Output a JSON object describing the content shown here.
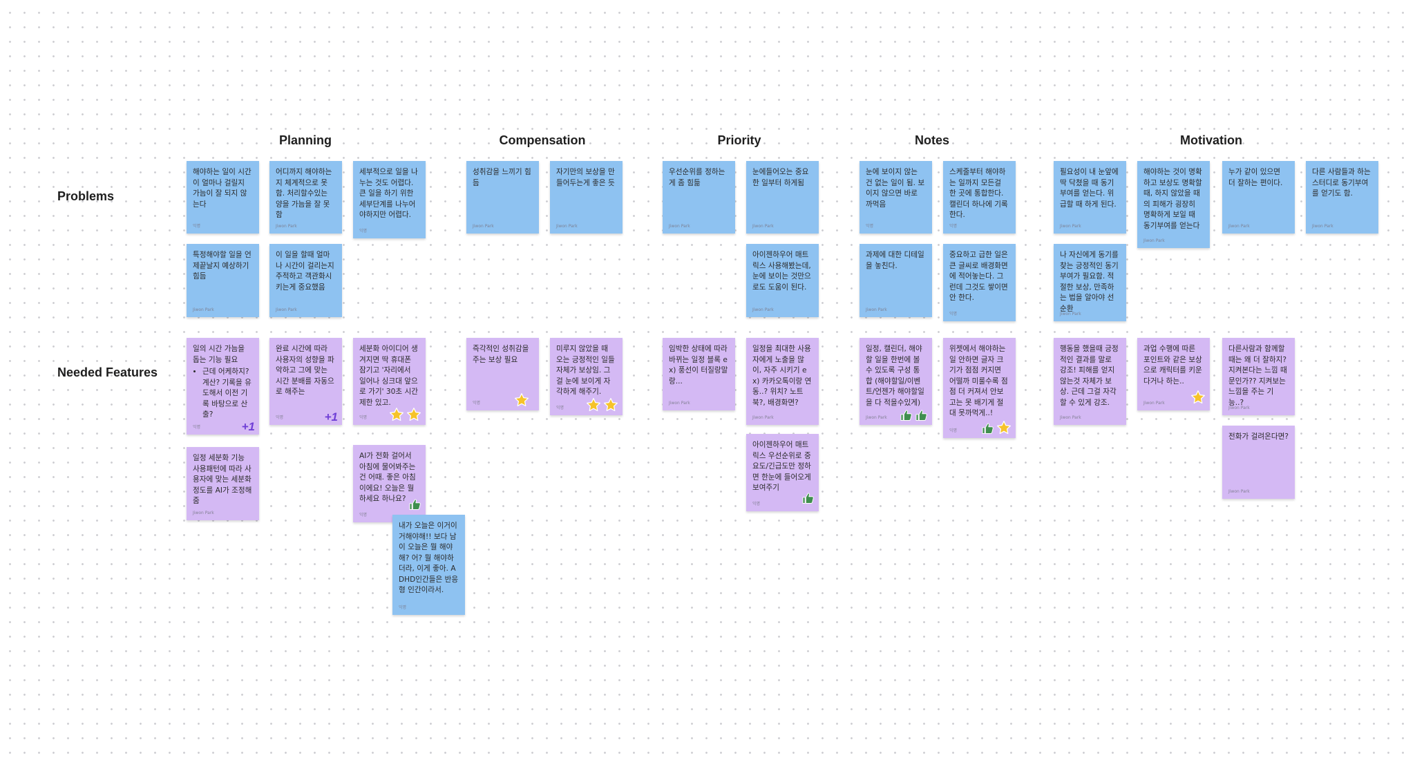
{
  "columns": [
    {
      "title": "Planning"
    },
    {
      "title": "Compensation"
    },
    {
      "title": "Priority"
    },
    {
      "title": "Notes"
    },
    {
      "title": "Motivation"
    }
  ],
  "rows": {
    "problems": "Problems",
    "features": "Needed Features"
  },
  "notes": {
    "p1": {
      "text": "해야하는 일이 시간이 얼마나 걸릴지 가늠이 잘 되지 않는다",
      "author": "익명"
    },
    "p2": {
      "text": "어디까지 해야하는지 체계적으로 못함. 처리할수있는 양을 가늠을 잘 못함",
      "author": "Jiwon Park"
    },
    "p3": {
      "text": "세부적으로 일을 나누는 것도 어렵다. 큰 일을 하기 위한 세부단계를 나누어야하지만 어렵다.",
      "author": "익명"
    },
    "p4": {
      "text": "특정해야할 일을 언제끝날지 예상하기 힘듬",
      "author": "Jiwon Park"
    },
    "p5": {
      "text": "이 일을 할때 얼마나 시간이 걸리는지 주적하고 객관화시키는게 중요했음",
      "author": "Jiwon Park"
    },
    "p6": {
      "text": "성취감을 느끼기 힘듬",
      "author": "Jiwon Park"
    },
    "p7": {
      "text": "자기만의 보상을 만들어두는게 좋은 듯",
      "author": "Jiwon Park"
    },
    "p8": {
      "text": "우선순위를 정하는 게 좀 힘듦",
      "author": "Jiwon Park"
    },
    "p9": {
      "text": "눈에들어오는 중요한 일부터 하게됨",
      "author": "Jiwon Park"
    },
    "p10": {
      "text": "아이젠하우어 매트릭스 사용해봤는데, 눈에 보이는 것만으로도 도움이 된다.",
      "author": "Jiwon Park"
    },
    "p11": {
      "text": "눈에 보이지 않는 건 없는 일이 됨. 보이지 않으면 바로 까먹음",
      "author": "익명"
    },
    "p12": {
      "text": "스케줄부터 해야하는 일까지 모든걸 한 곳에 통합한다. 캘린더 하나에 기록한다.",
      "author": "익명"
    },
    "p13": {
      "text": "과제에 대한 디테일을 놓친다.",
      "author": "Jiwon Park"
    },
    "p14": {
      "text": "중요하고 급한 일은 큰 글씨로 배경화면에 적어놓는다. 그런데 그것도 쌓이면 안 한다.",
      "author": "익명"
    },
    "p15": {
      "text": "필요성이 내 눈앞에 딱 닥쳤을 때 동기부여를 얻는다. 위급할 때 하게 된다.",
      "author": "Jiwon Park"
    },
    "p16": {
      "text": "해야하는 것이 명확하고 보상도 명확할 때, 하지 않았을 때의 피해가 굉장히 명확하게 보일 때 동기부여를 얻는다",
      "author": "Jiwon Park"
    },
    "p17": {
      "text": "누가 같이 있으면 더 잘하는 편이다.",
      "author": "Jiwon Park"
    },
    "p18": {
      "text": "다른 사람들과 하는 스터디로 동기부여를 얻기도 함.",
      "author": "Jiwon Park"
    },
    "p19": {
      "text": "나 자신에게 동기를 찾는 긍정적인 동기부여가 필요함. 적절한 보상, 만족하는 법을 알아야 선순환",
      "author": "Jiwon Park"
    },
    "f1": {
      "text": "일의 시간 가늠을 돕는 기능 필요",
      "bullet": "근데 어케하지? 계산? 기록을 유도해서 이전 기록 바탕으로 산출?",
      "author": "익명",
      "react": "+1"
    },
    "f2": {
      "text": "완료 시간에 따라 사용자의 성향을 파악하고 그에 맞는 시간 분배를 자동으로 해주는",
      "author": "익명",
      "react": "+1"
    },
    "f3": {
      "text": "세분화 아이디어 생겨지면 딱 휴대폰 잠기고 '자리에서 일어나 싱크대 앞으로 가기' 30초 시간제한 있고.",
      "author": "익명"
    },
    "f4": {
      "text": "일정 세분화 기능 사용패턴에 따라 사용자에 맞는 세분화 정도를 AI가 조정해줌",
      "author": "Jiwon Park"
    },
    "f5": {
      "text": "AI가 전화 걸어서 아침에 물어봐주는건 어때. 좋은 아침이에요! 오늘은 뭘 하세요 하나요?",
      "author": "익명"
    },
    "f6": {
      "text": "내가 오늘은 이거이거해야해!! 보다 남이 오늘은 뭘 해야해? 어? 뭘 해야하더라, 이게 좋아. ADHD인간들은 반응형 인간이라서.",
      "author": "익명"
    },
    "f7": {
      "text": "즉각적인 성취감을 주는 보상 필요",
      "author": "익명"
    },
    "f8": {
      "text": "미루지 않았을 때 오는 긍정적인 일들 자체가 보상임. 그걸 눈에 보이게 자각하게 해주기.",
      "author": "익명"
    },
    "f9": {
      "text": "임박한 상태에 따라 바뀌는 일정 블록 ex) 풍선이 터질랑말랑...",
      "author": "Jiwon Park"
    },
    "f10": {
      "text": "일정을 최대한 사용자에게 노출을 많이, 자주 시키기 ex) 카카오톡이랑 연동..? 위치? 노트북?, 배경화면?",
      "author": "Jiwon Park"
    },
    "f11": {
      "text": "아이젠하우어 매트릭스 우선순위로 중요도/긴급도만 정하면 한눈에 들어오게 보여주기",
      "author": "익명"
    },
    "f12": {
      "text": "일정, 캘린더, 해야할 일을 한번에 볼 수 있도록 구성 통합 (해야할일/이벤트/언젠가 해야할일을 다 적을수있게)",
      "author": "Jiwon Park"
    },
    "f13": {
      "text": "위젯에서 해야하는 일 안하면 글자 크기가 점점 커지면 어떨까 미룰수록 점점 더 커져서 안보고는 못 배기게 절대 못까먹게..!",
      "author": "익명"
    },
    "f14": {
      "text": "행동을 했을때 긍정적인 결과를 말로 강조! 피해를 얻지 않는것 자체가 보상. 근데 그걸 자각할 수 있게 강조.",
      "author": "Jiwon Park"
    },
    "f15": {
      "text": "과업 수행에 따른 포인트와 같은 보상으로 캐릭터를 키운다거나 하는..",
      "author": "Jiwon Park"
    },
    "f16": {
      "text": "다른사람과 함께할 때는 왜 더 잘하지? 지켜본다는 느낌 때문인가?? 지켜보는 느낌을 주는 기능..?",
      "author": "Jiwon Park"
    },
    "f17": {
      "text": "전화가 걸려온다면?",
      "author": "Jiwon Park"
    }
  },
  "icons": {
    "star": "star-icon",
    "thumb": "thumbs-up-icon"
  },
  "colors": {
    "blue_sticky": "#8ec2f1",
    "purple_sticky": "#d4b9f4",
    "star": "#f6c32a",
    "thumb": "#3f8e4e",
    "plus_one": "#6f3fd6"
  }
}
